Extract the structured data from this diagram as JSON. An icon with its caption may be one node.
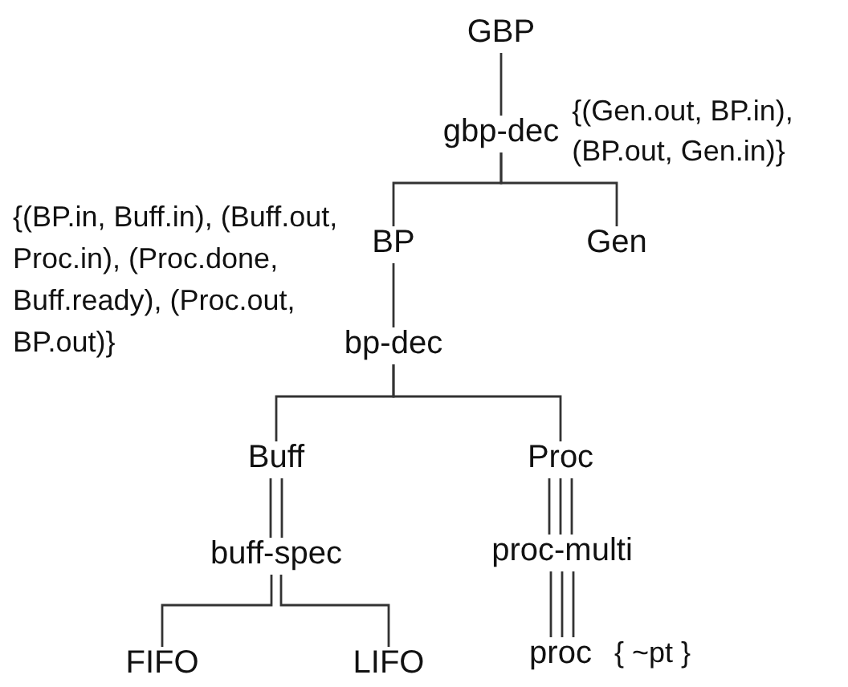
{
  "diagram": {
    "nodes": [
      {
        "text": [
          "GBP"
        ]
      },
      {
        "text": [
          "gbp-dec"
        ],
        "beside": [
          "{(Gen.out, BP.in), (BP.out, Gen.in)}"
        ]
      },
      {
        "text": [
          "BP"
        ]
      },
      {
        "text": [
          "Gen"
        ]
      },
      {
        "text": [
          "bp-dec"
        ]
      },
      {
        "text": [
          "Buff"
        ]
      },
      {
        "text": [
          "Proc"
        ]
      },
      {
        "text": [
          "buff-spec"
        ]
      },
      {
        "text": [
          "proc-multi"
        ]
      },
      {
        "text": [
          "FIFO"
        ]
      },
      {
        "text": [
          "LIFO"
        ]
      },
      {
        "text": [
          "proc"
        ],
        "beside": [
          "{ ~pt }"
        ]
      }
    ],
    "edges": [
      {
        "from": 0,
        "to": 1,
        "arrow": "none"
      },
      {
        "from": 1,
        "to": 2,
        "arrow": "none"
      },
      {
        "from": 1,
        "to": 3,
        "arrow": "none"
      },
      {
        "from": 2,
        "to": 4,
        "arrow": "none"
      },
      {
        "from": 4,
        "to": 5,
        "arrow": "none"
      },
      {
        "from": 4,
        "to": 6,
        "arrow": "none"
      },
      {
        "from": 5,
        "to": 7,
        "arrow": "none"
      },
      {
        "from": 6,
        "to": 8,
        "arrow": "none"
      },
      {
        "from": 7,
        "to": 9,
        "arrow": "none"
      },
      {
        "from": 7,
        "to": 10,
        "arrow": "none"
      },
      {
        "from": 8,
        "to": 11,
        "arrow": "none"
      }
    ],
    "labels": [
      "{(BP.in, Buff.in), (Buff.out, Proc.in), (Proc.done, Buff.ready), (Proc.out, BP.out)}"
    ]
  }
}
